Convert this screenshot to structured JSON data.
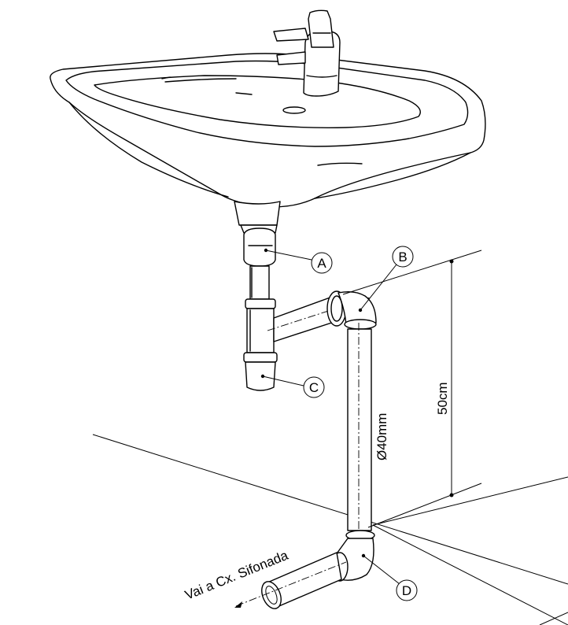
{
  "labels": {
    "a": "A",
    "b": "B",
    "c": "C",
    "d": "D"
  },
  "dimensions": {
    "height": "50cm",
    "diameter": "Ø40mm"
  },
  "outlet_text": "Vai a Cx. Sifonada"
}
